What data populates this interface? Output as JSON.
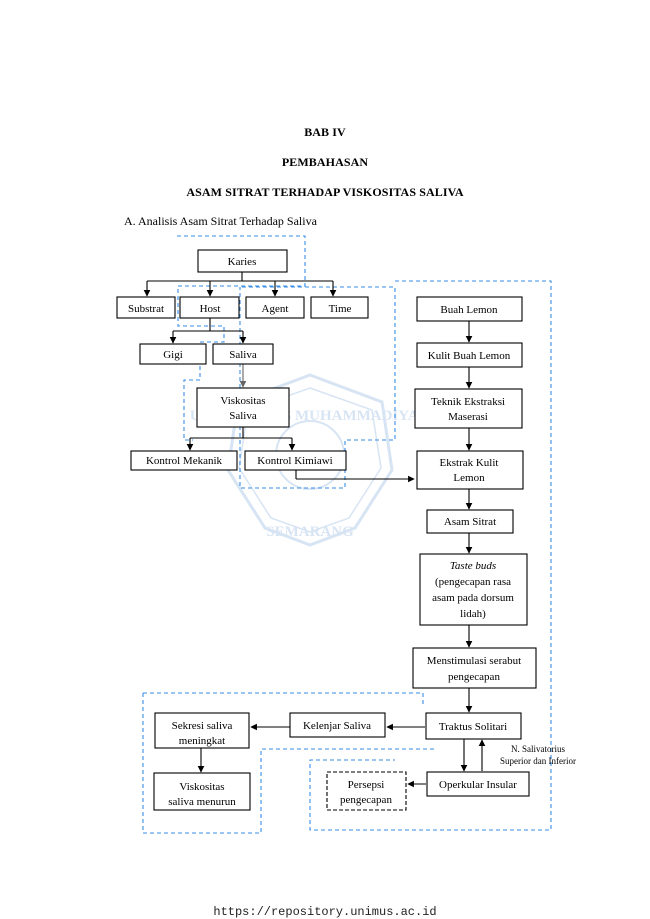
{
  "page": {
    "chapter": "BAB IV",
    "section": "PEMBAHASAN",
    "title": "ASAM SITRAT TERHADAP VISKOSITAS SALIVA",
    "subsection": "A.  Analisis Asam Sitrat Terhadap Saliva"
  },
  "diagram": {
    "nodes": {
      "karies": "Karies",
      "substrat": "Substrat",
      "host": "Host",
      "agent": "Agent",
      "time": "Time",
      "gigi": "Gigi",
      "saliva": "Saliva",
      "viskositas_1": "Viskositas",
      "viskositas_2": "Saliva",
      "kontrol_mekanik": "Kontrol Mekanik",
      "kontrol_kimiawi": "Kontrol Kimiawi",
      "buah_lemon": "Buah Lemon",
      "kulit_buah_lemon": "Kulit Buah Lemon",
      "teknik_1": "Teknik Ekstraksi",
      "teknik_2": "Maserasi",
      "ekstrak_1": "Ekstrak Kulit",
      "ekstrak_2": "Lemon",
      "asam_sitrat": "Asam Sitrat",
      "taste_1": "Taste buds",
      "taste_2": "(pengecapan rasa",
      "taste_3": "asam pada dorsum",
      "taste_4": "lidah)",
      "menstimulasi_1": "Menstimulasi serabut",
      "menstimulasi_2": "pengecapan",
      "traktus": "Traktus Solitari",
      "kelenjar": "Kelenjar Saliva",
      "sekresi_1": "Sekresi saliva",
      "sekresi_2": "meningkat",
      "viskositas_menurun_1": "Viskositas",
      "viskositas_menurun_2": "saliva menurun",
      "operkular": "Operkular Insular",
      "persepsi_1": "Persepsi",
      "persepsi_2": "pengecapan"
    },
    "notes": {
      "nerve_1": "N. Salivatorius",
      "nerve_2": "Superior dan Inferior"
    },
    "colors": {
      "region_dash": "#3a8ee6",
      "line": "#000000"
    }
  },
  "watermark": {
    "text_top": "UNIVERSITAS MUHAMMADIYAH",
    "text_bottom": "SEMARANG"
  },
  "footer": {
    "url": "https://repository.unimus.ac.id"
  }
}
